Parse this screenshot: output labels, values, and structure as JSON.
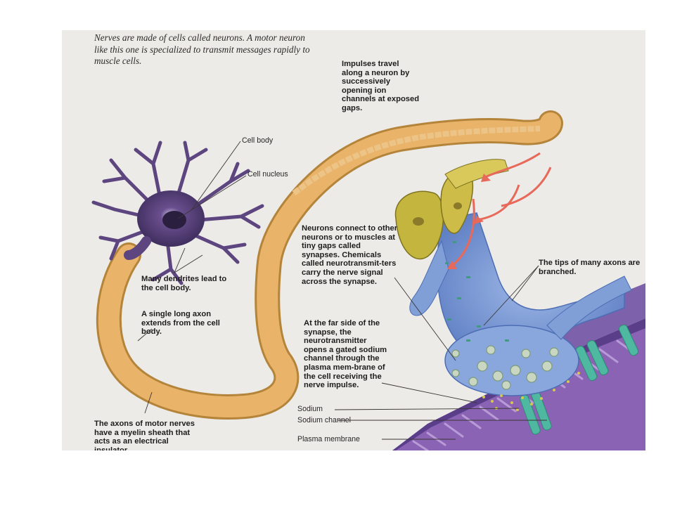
{
  "intro_text": "Nerves are made of cells called neurons. A motor neuron like this one is specialized to transmit messages rapidly to muscle cells.",
  "callouts": {
    "impulses": "Impulses travel along a neuron by successively opening ion channels at exposed gaps.",
    "neurons_connect": "Neurons connect to other neurons or to muscles at tiny gaps called synapses. Chemicals called neurotransmit-ters carry the nerve signal across the synapse.",
    "dendrites": "Many dendrites lead to the cell body.",
    "single_axon": "A single long axon extends from the cell body.",
    "far_side": "At the far side of the synapse, the neurotransmitter opens a gated sodium channel through the plasma mem-brane of the cell receiving the nerve impulse.",
    "axons_myelin": "The axons of motor nerves have a myelin sheath that acts as an electrical insulator.",
    "tips_branched": "The tips of many axons are branched."
  },
  "labels": {
    "cell_body": "Cell body",
    "cell_nucleus": "Cell nucleus",
    "sodium": "Sodium",
    "sodium_channel": "Sodium channel",
    "plasma_membrane": "Plasma membrane"
  },
  "colors": {
    "background": "#ecebe8",
    "neuron_body": "#6a4f8e",
    "myelin": "#e9b46a",
    "axon_terminal": "#7f9fd6",
    "muscle_membrane": "#8a63b4",
    "sodium_channel": "#4fb8a0",
    "impulse_arrow": "#e8695a"
  }
}
